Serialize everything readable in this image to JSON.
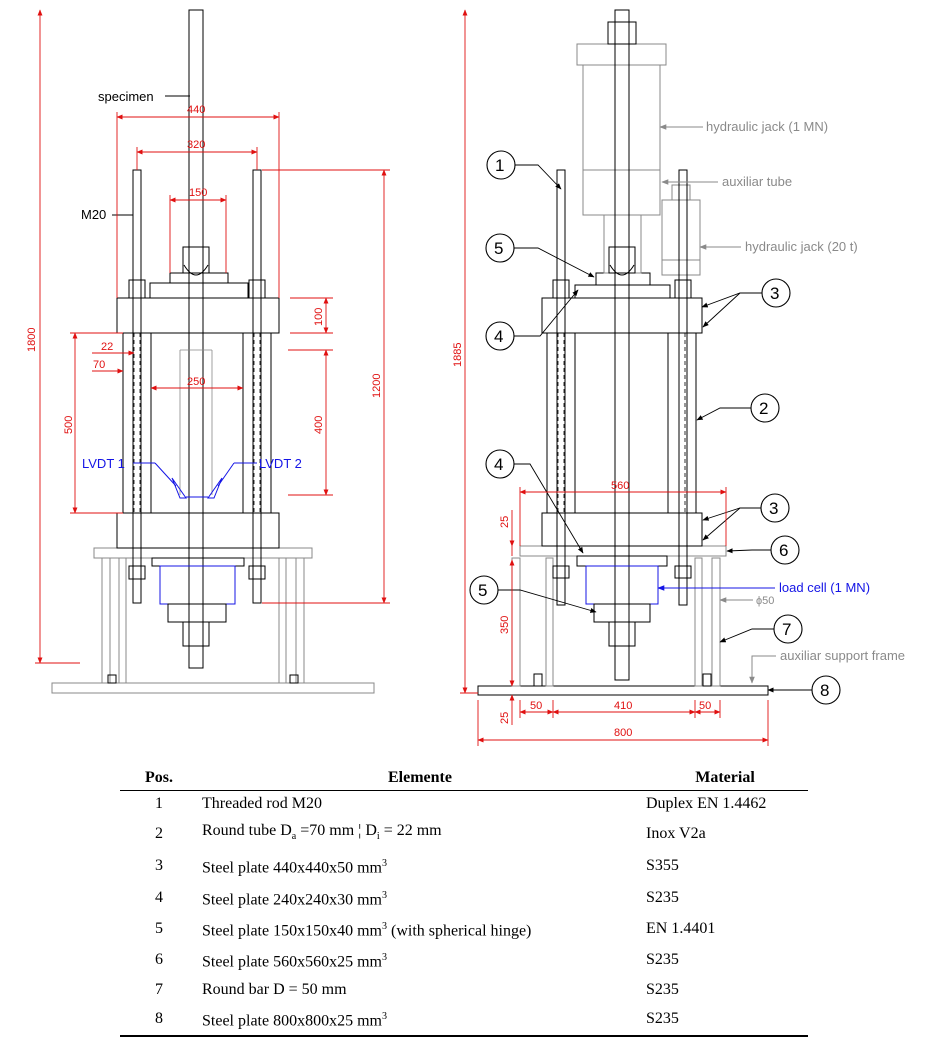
{
  "left_view": {
    "labels": {
      "specimen": "specimen",
      "m20": "M20",
      "lvdt1": "LVDT 1",
      "lvdt2": "LVDT 2"
    },
    "dims": {
      "d440": "440",
      "d320": "320",
      "d150": "150",
      "d1800": "1800",
      "d22": "22",
      "d70": "70",
      "d250": "250",
      "d500": "500",
      "d400": "400",
      "d100": "100",
      "d1200": "1200"
    }
  },
  "right_view": {
    "labels": {
      "hyd1": "hydraulic jack (1 MN)",
      "aux_tube": "auxiliar tube",
      "hyd20": "hydraulic jack (20 t)",
      "load_cell": "load cell (1 MN)",
      "phi50": "ϕ50",
      "aux_frame": "auxiliar support frame"
    },
    "dims": {
      "d1885": "1885",
      "d560": "560",
      "d25a": "25",
      "d350": "350",
      "d25b": "25",
      "d50a": "50",
      "d410": "410",
      "d50b": "50",
      "d800": "800"
    },
    "callouts": [
      "1",
      "5",
      "4",
      "3",
      "2",
      "4",
      "3",
      "6",
      "5",
      "7",
      "8"
    ]
  },
  "table": {
    "headers": {
      "pos": "Pos.",
      "element": "Elemente",
      "material": "Material"
    },
    "rows": [
      {
        "pos": "1",
        "element": "Threaded rod M20",
        "material": "Duplex EN 1.4462"
      },
      {
        "pos": "2",
        "element": "Round tube D",
        "sub_a": "a",
        "mid": " =70 mm ¦ D",
        "sub_i": "i",
        "tail": " = 22 mm",
        "material": "Inox V2a"
      },
      {
        "pos": "3",
        "element": "Steel plate 440x440x50 mm",
        "sup": "3",
        "material": "S355"
      },
      {
        "pos": "4",
        "element": "Steel plate 240x240x30 mm",
        "sup": "3",
        "material": "S235"
      },
      {
        "pos": "5",
        "element": "Steel plate 150x150x40 mm",
        "sup": "3",
        "tail": " (with spherical hinge)",
        "material": "EN 1.4401"
      },
      {
        "pos": "6",
        "element": "Steel plate 560x560x25 mm",
        "sup": "3",
        "material": "S235"
      },
      {
        "pos": "7",
        "element": "Round bar D = 50 mm",
        "material": "S235"
      },
      {
        "pos": "8",
        "element": "Steel plate 800x800x25 mm",
        "sup": "3",
        "material": "S235"
      }
    ]
  },
  "colors": {
    "dimension": "#e01010",
    "annotation_blue": "#1414e6",
    "annotation_gray": "#8a8a8a",
    "line": "#000000"
  }
}
